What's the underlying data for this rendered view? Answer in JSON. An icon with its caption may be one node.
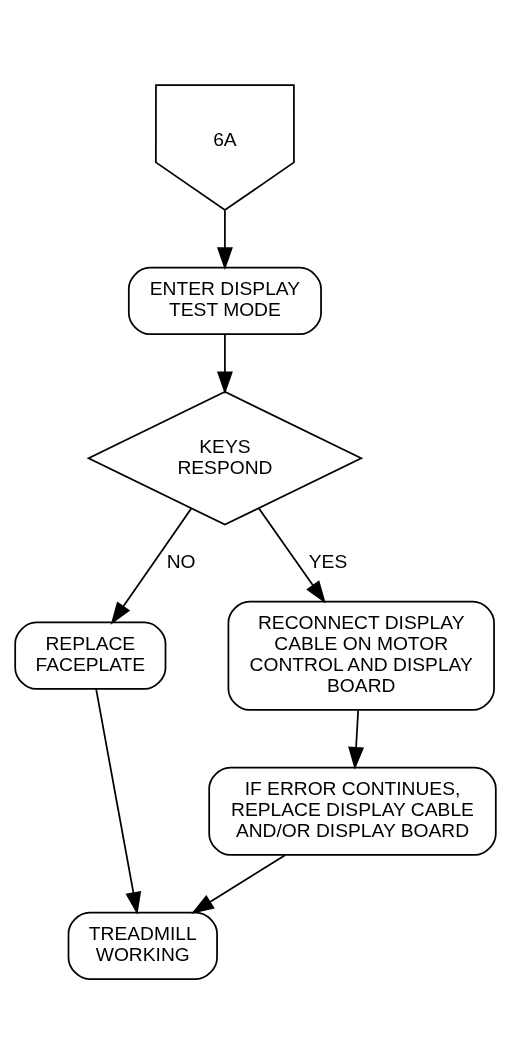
{
  "diagram": {
    "nodes": [
      {
        "text": [
          "6A"
        ]
      },
      {
        "text": [
          "ENTER DISPLAY TEST MODE"
        ]
      },
      {
        "text": [
          "KEYS RESPOND"
        ]
      },
      {
        "text": [
          "RECONNECT DISPLAY CABLE ON MOTOR CONTROL AND DISPLAY BOARD"
        ]
      },
      {
        "text": [
          "REPLACE FACEPLATE"
        ]
      },
      {
        "text": [
          "IF ERROR CONTINUES, REPLACE DISPLAY CABLE AND/OR DISPLAY BOARD"
        ]
      },
      {
        "text": [
          "TREADMILL WORKING"
        ]
      }
    ],
    "edges": [
      {
        "from": 0,
        "to": 1,
        "arrow": "to"
      },
      {
        "from": 1,
        "to": 2,
        "arrow": "to"
      },
      {
        "from": 2,
        "to": 3,
        "label": "YES",
        "arrow": "to"
      },
      {
        "from": 2,
        "to": 4,
        "label": "NO",
        "arrow": "to"
      },
      {
        "from": 3,
        "to": 5,
        "arrow": "to"
      },
      {
        "from": 4,
        "to": 6,
        "arrow": "to"
      },
      {
        "from": 5,
        "to": 6,
        "arrow": "to"
      }
    ]
  }
}
